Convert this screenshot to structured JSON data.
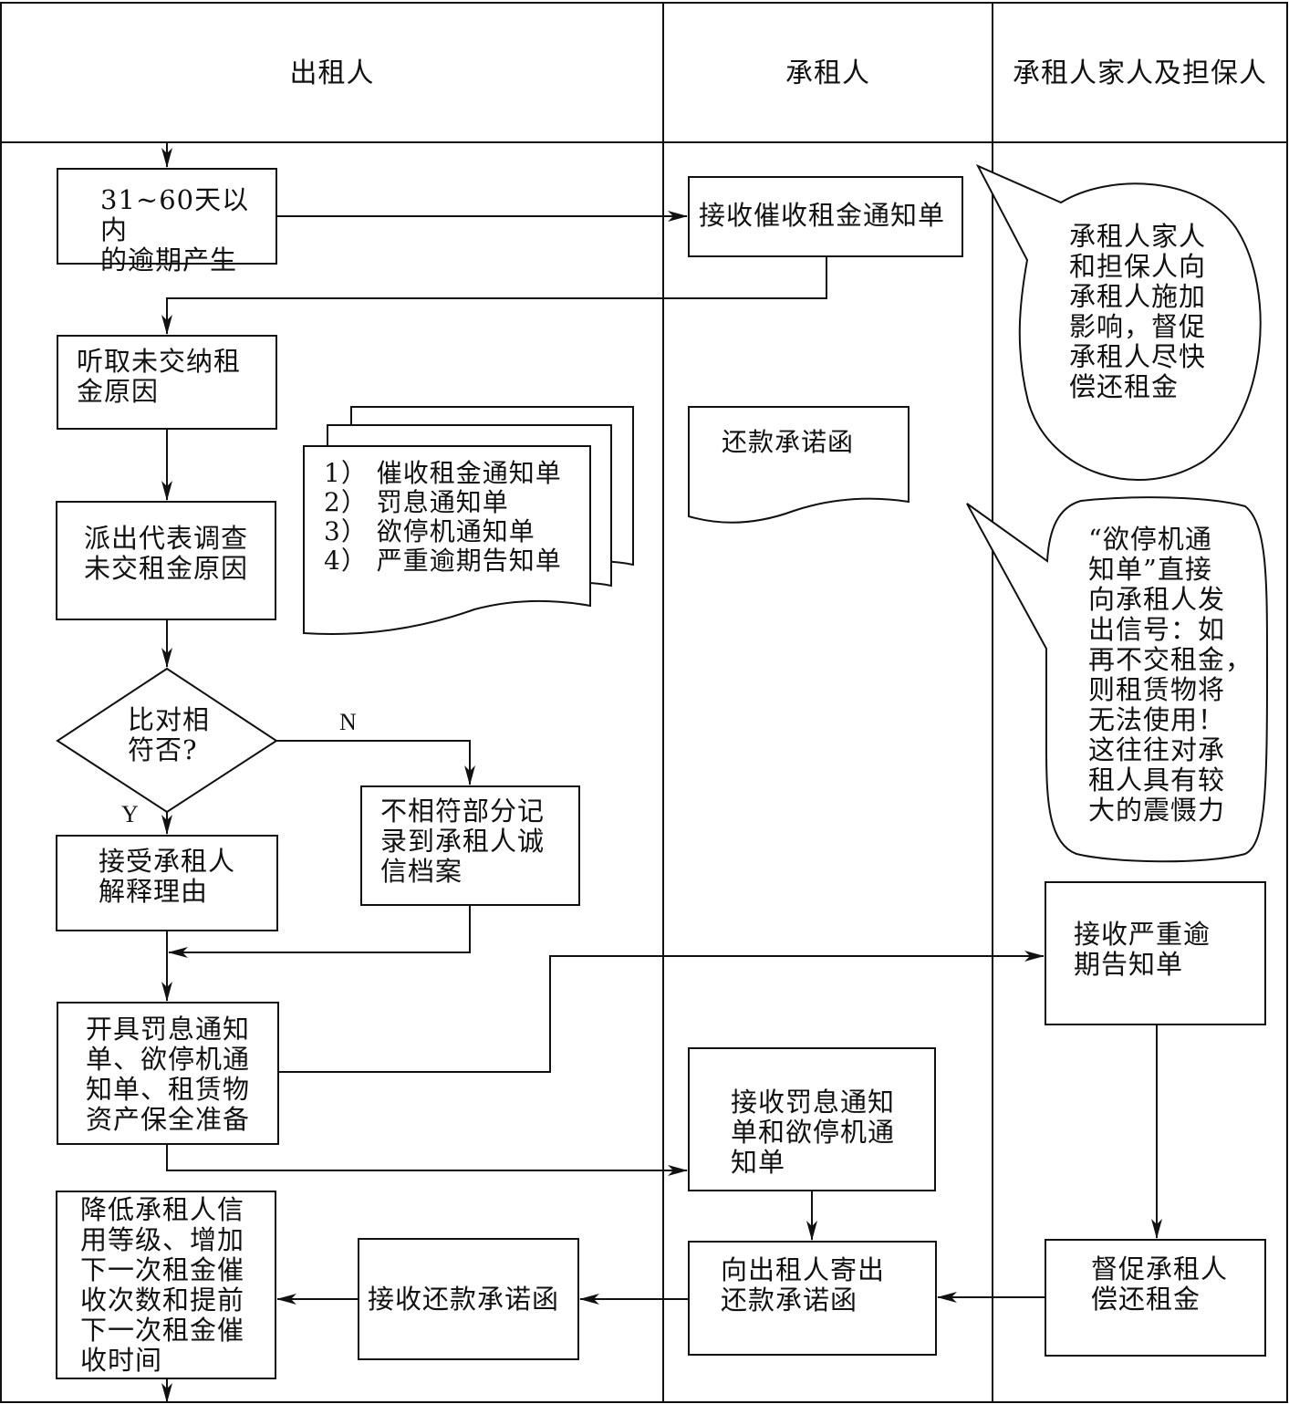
{
  "lanes": {
    "lessor": "出租人",
    "lessee": "承租人",
    "family": "承租人家人及担保人"
  },
  "nodes": {
    "overdue": "31~60天以内\n的逾期产生",
    "receive_notice": "接收催收租金通知单",
    "family_bubble": "承租人家人\n和担保人向\n承租人施加\n影响，督促\n承租人尽快\n偿还租金",
    "listen_reason": "听取未交纳租\n金原因",
    "documents": "1）  催收租金通知单\n2）  罚息通知单\n3）  欲停机通知单\n4）  严重逾期告知单",
    "promise_doc": "还款承诺函",
    "shutdown_bubble": "“欲停机通\n知单”直接\n向承租人发\n出信号：如\n再不交租金，\n则租赁物将\n无法使用！\n这往往对承\n租人具有较\n大的震慑力",
    "investigate": "派出代表调查\n未交租金原因",
    "compare": "比对相\n符否?",
    "label_n": "N",
    "label_y": "Y",
    "record_mismatch": "不相符部分记\n录到承租人诚\n信档案",
    "accept_reason": "接受承租人\n解释理由",
    "receive_serious": "接收严重逾\n期告知单",
    "issue_notices": "开具罚息通知\n单、欲停机通\n知单、租赁物\n资产保全准备",
    "receive_penalty": "接收罚息通知\n单和欲停机通\n知单",
    "lower_credit": "降低承租人信\n用等级、增加\n下一次租金催\n收次数和提前\n下一次租金催\n收时间",
    "receive_promise": "接收还款承诺函",
    "send_promise": "向出租人寄出\n还款承诺函",
    "urge_repay": "督促承租人\n偿还租金"
  }
}
